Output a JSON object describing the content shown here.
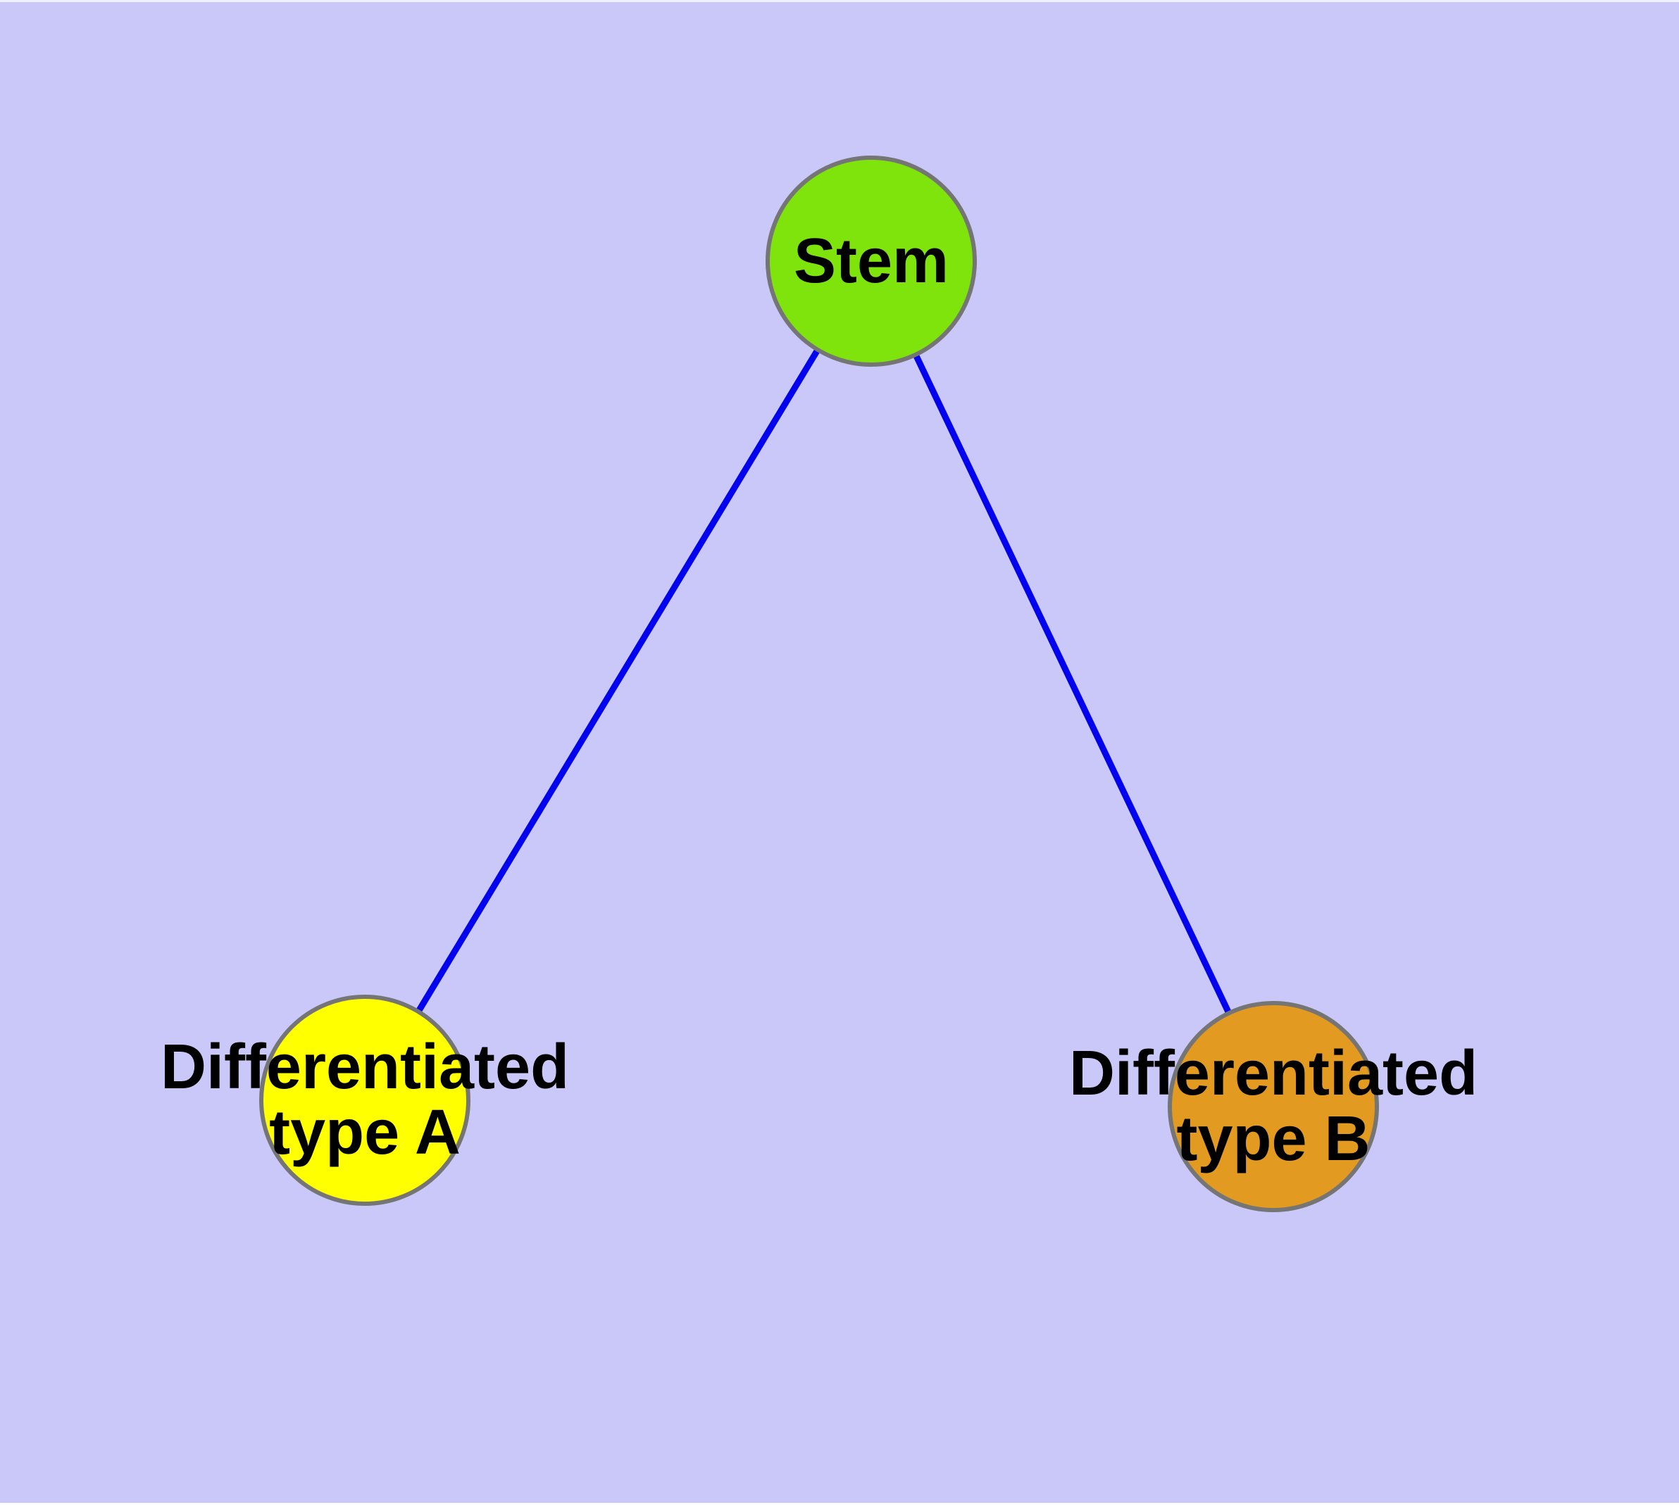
{
  "diagram": {
    "background_color": "#C9C8F8",
    "edge_color": "#0202EE",
    "node_border_color": "#757575",
    "nodes": {
      "stem": {
        "label": "Stem",
        "fill_color": "#7FE30C"
      },
      "type_a": {
        "label": "Differentiated\ntype A",
        "fill_color": "#FFFF00"
      },
      "type_b": {
        "label": "Differentiated\ntype B",
        "fill_color": "#E29A20"
      }
    },
    "edges": [
      {
        "from": "Stem",
        "to": "Differentiated type A"
      },
      {
        "from": "Stem",
        "to": "Differentiated type B"
      }
    ]
  }
}
